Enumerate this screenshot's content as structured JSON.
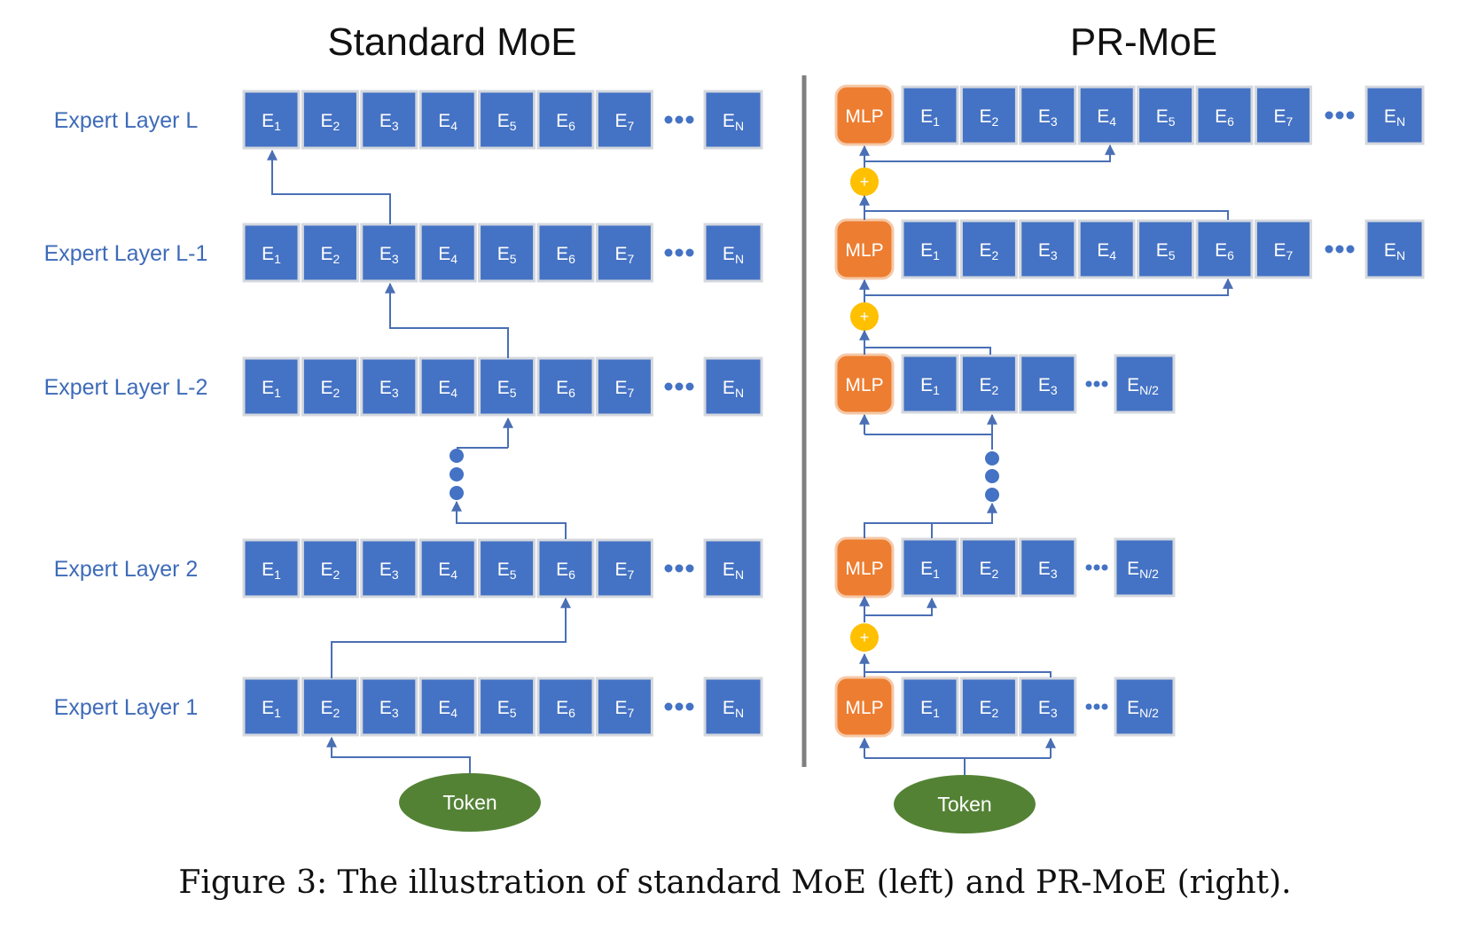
{
  "titles": {
    "left": "Standard MoE",
    "right": "PR-MoE"
  },
  "layer_labels": [
    "Expert Layer L",
    "Expert Layer L-1",
    "Expert Layer L-2",
    "Expert Layer 2",
    "Expert Layer 1"
  ],
  "expert_base": "E",
  "expert_subs": [
    "1",
    "2",
    "3",
    "4",
    "5",
    "6",
    "7"
  ],
  "expert_last_full": "N",
  "expert_last_half": "N/2",
  "mlp_label": "MLP",
  "plus_label": "+",
  "token_label": "Token",
  "caption": "Figure 3: The illustration of standard MoE (left) and PR-MoE (right).",
  "colors": {
    "expert": "#4472C4",
    "expert_border": "#d4d8de",
    "mlp": "#ED7D31",
    "plus": "#FFC000",
    "token": "#548235",
    "line": "#4a6fb5",
    "label_text": "#3e6bb8",
    "divider": "#7f7f7f"
  }
}
